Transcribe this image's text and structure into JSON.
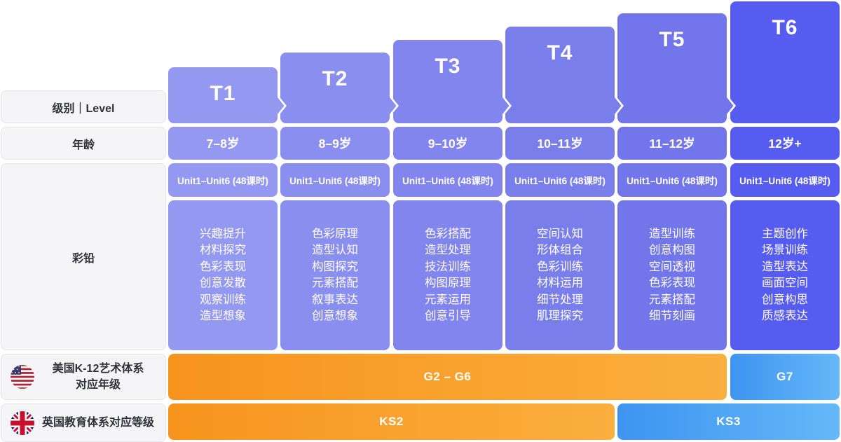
{
  "rows": {
    "level_label": "级别｜Level",
    "age_label": "年龄",
    "subject_label": "彩铅",
    "us_label_line1": "美国K-12艺术体系",
    "us_label_line2": "对应年级",
    "uk_label": "英国教育体系对应等级"
  },
  "columns": [
    {
      "level": "T1",
      "age": "7–8岁",
      "units": "Unit1–Unit6 (48课时)",
      "color": "#9598F1",
      "topics": [
        "兴趣提升",
        "材料探究",
        "色彩表现",
        "创意发散",
        "观察训练",
        "造型想象"
      ]
    },
    {
      "level": "T2",
      "age": "8–9岁",
      "units": "Unit1–Unit6 (48课时)",
      "color": "#8A8EEF",
      "topics": [
        "色彩原理",
        "造型认知",
        "构图探究",
        "元素搭配",
        "叙事表达",
        "创意想象"
      ]
    },
    {
      "level": "T3",
      "age": "9–10岁",
      "units": "Unit1–Unit6 (48课时)",
      "color": "#8185ED",
      "topics": [
        "色彩搭配",
        "造型处理",
        "技法训练",
        "构图原理",
        "元素运用",
        "创意引导"
      ]
    },
    {
      "level": "T4",
      "age": "10–11岁",
      "units": "Unit1–Unit6 (48课时)",
      "color": "#7A7EEB",
      "topics": [
        "空间认知",
        "形体组合",
        "色彩训练",
        "材料运用",
        "细节处理",
        "肌理探究"
      ]
    },
    {
      "level": "T5",
      "age": "11–12岁",
      "units": "Unit1–Unit6 (48课时)",
      "color": "#7276EA",
      "topics": [
        "造型训练",
        "创意构图",
        "空间透视",
        "色彩表现",
        "元素搭配",
        "细节刻画"
      ]
    },
    {
      "level": "T6",
      "age": "12岁+",
      "units": "Unit1–Unit6 (48课时)",
      "color": "#575CF0",
      "topics": [
        "主题创作",
        "场景训练",
        "造型表达",
        "画面空间",
        "创意构思",
        "质感表达"
      ]
    }
  ],
  "bottom": {
    "us_bars": [
      {
        "text": "G2 – G6",
        "type": "orange"
      },
      {
        "text": "G7",
        "type": "blue"
      }
    ],
    "uk_bars": [
      {
        "text": "KS2",
        "type": "orange"
      },
      {
        "text": "KS3",
        "type": "blue"
      }
    ]
  },
  "icons": {
    "us_flag": "us-flag-icon",
    "uk_flag": "uk-flag-icon"
  },
  "colors": {
    "orange_start": "#F7941D",
    "orange_end": "#FBAF3E",
    "blue_start": "#3E94F0",
    "blue_end": "#65B8F8",
    "label_bg": "#F5F5F7",
    "label_text": "#30313A"
  }
}
